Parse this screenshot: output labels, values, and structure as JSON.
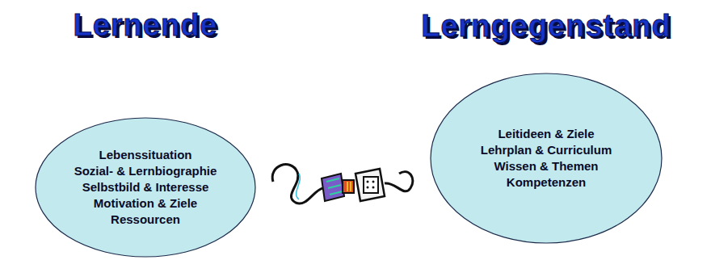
{
  "diagram": {
    "nodes": [
      {
        "text": [
          "Lernende",
          "Lebenssituation",
          "Sozial- & Lernbiographie",
          "Selbstbild & Interesse",
          "Motivation & Ziele",
          "Ressourcen"
        ]
      },
      {
        "text": [
          "Lerngegenstand",
          "Leitideen & Ziele",
          "Lehrplan & Curriculum",
          "Wissen & Themen",
          "Kompetenzen"
        ]
      }
    ]
  }
}
